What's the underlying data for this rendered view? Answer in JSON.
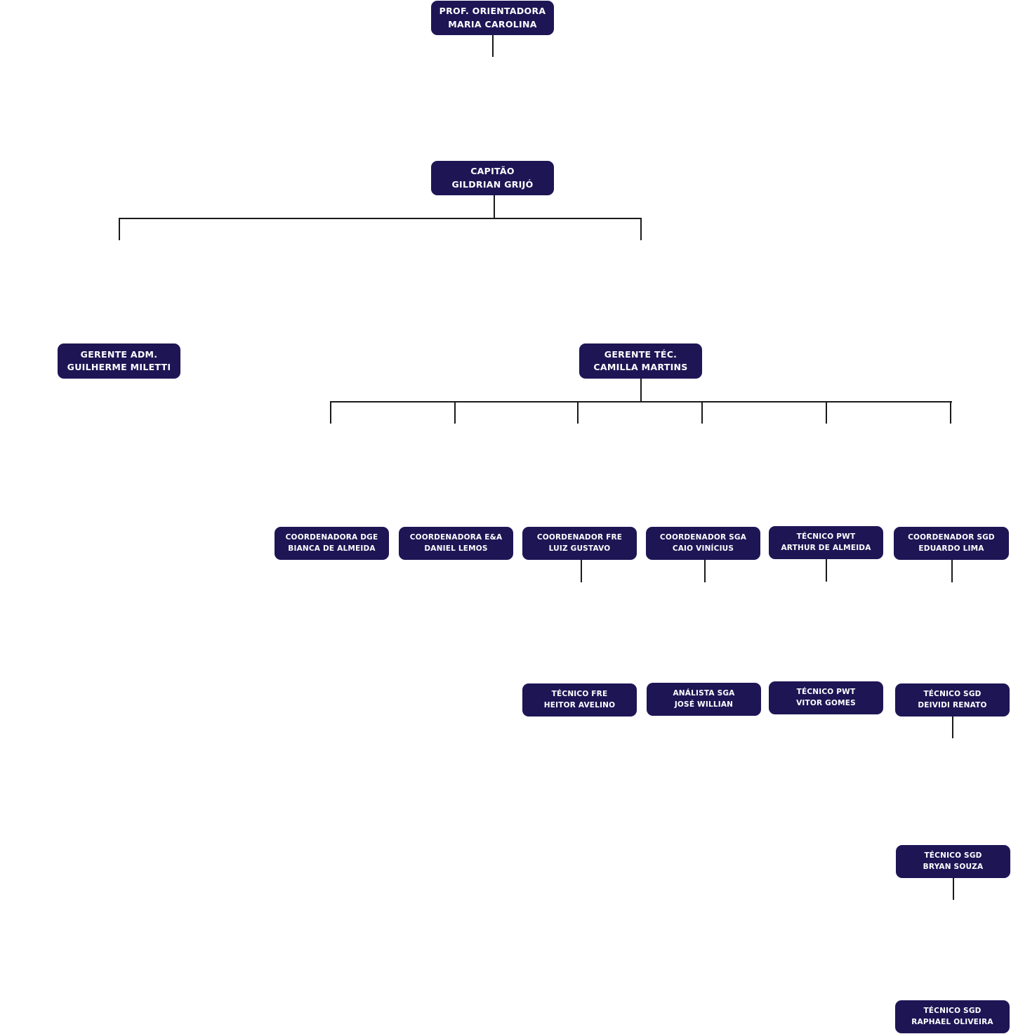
{
  "nodes": {
    "prof": {
      "role": "Prof. Orientadora",
      "name": "Maria Carolina"
    },
    "capitao": {
      "role": "Capitão",
      "name": "Gildrian Grijó"
    },
    "gerente_adm": {
      "role": "Gerente Adm.",
      "name": "Guilherme Miletti"
    },
    "gerente_tec": {
      "role": "Gerente Téc.",
      "name": "Camilla Martins"
    },
    "coord_dge": {
      "role": "Coordenadora DGE",
      "name": "Bianca de Almeida"
    },
    "coord_ega": {
      "role": "Coordenadora E&A",
      "name": "Daniel Lemos"
    },
    "coord_fre": {
      "role": "Coordenador FRE",
      "name": "Luiz Gustavo"
    },
    "coord_sga": {
      "role": "Coordenador SGA",
      "name": "Caio Vinícius"
    },
    "tec_pwt_1": {
      "role": "Técnico PWT",
      "name": "Arthur de Almeida"
    },
    "coord_sgd": {
      "role": "Coordenador SGD",
      "name": "Eduardo Lima"
    },
    "tec_fre": {
      "role": "Técnico FRE",
      "name": "Heitor Avelino"
    },
    "ana_sga": {
      "role": "Análista SGA",
      "name": "José Willian"
    },
    "tec_pwt_2": {
      "role": "Técnico PWT",
      "name": "Vitor Gomes"
    },
    "tec_sgd_1": {
      "role": "Técnico SGD",
      "name": "Deividi Renato"
    },
    "tec_sgd_2": {
      "role": "Técnico SGD",
      "name": "Bryan Souza"
    },
    "tec_sgd_3": {
      "role": "Técnico SGD",
      "name": "Raphael Oliveira"
    }
  },
  "colors": {
    "node_fill": "#1e1555",
    "node_text": "#ffffff",
    "connector": "#1a1a1a"
  }
}
